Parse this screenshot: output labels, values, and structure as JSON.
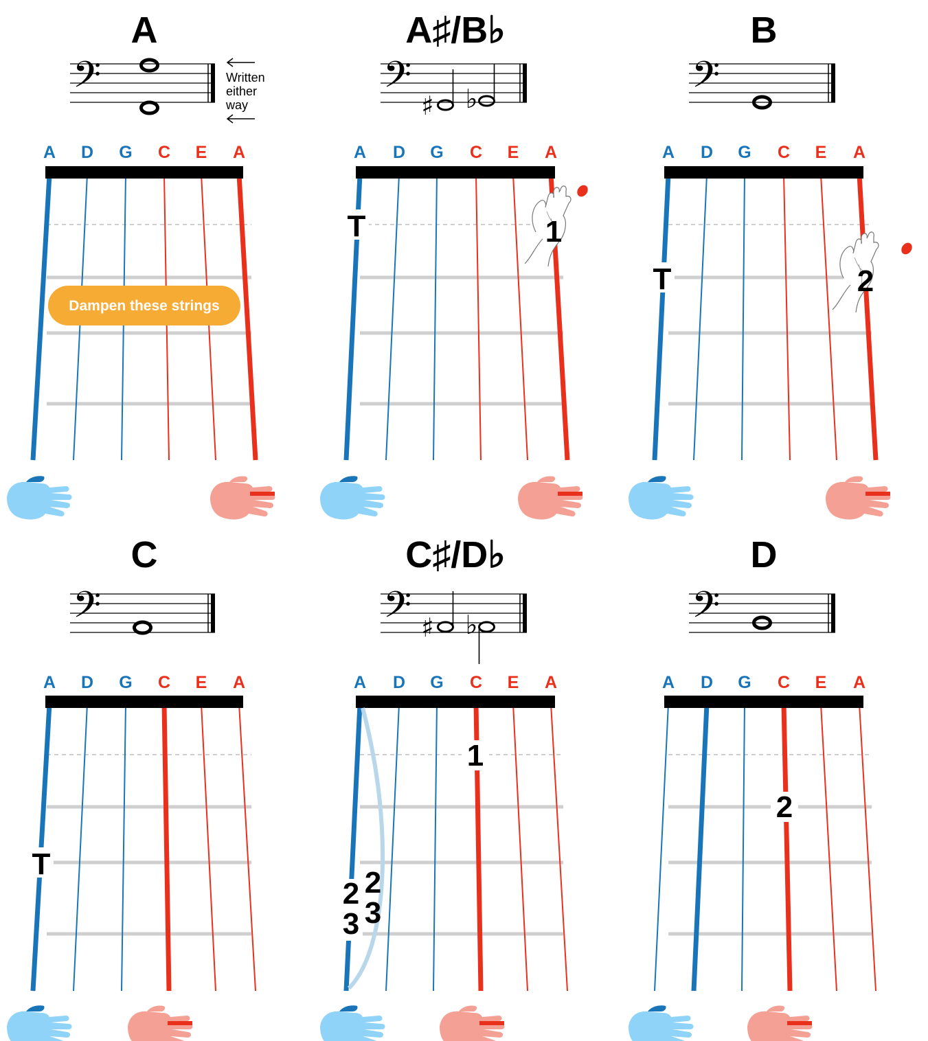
{
  "colors": {
    "blue": "#1a75b8",
    "red": "#e8301d",
    "orange": "#f6ab35",
    "grey": "#cfcfcf",
    "blue_hand": "#8fd3f8",
    "red_hand": "#f5a094",
    "ghost": "#b9d7ea"
  },
  "icons": {
    "clef": "bass-clef",
    "left_hand": "hand-icon",
    "right_hand": "hand-icon",
    "finger_hand": "pointing-hand-drawing"
  },
  "string_names": [
    "A",
    "D",
    "G",
    "C",
    "E",
    "A"
  ],
  "panels": [
    {
      "title": "A",
      "staff_note": "Written either way",
      "pill": "Dampen these strings",
      "thumb": "",
      "fingers": []
    },
    {
      "title": "A♯/B♭",
      "staff_note": "",
      "pill": "",
      "thumb": "T",
      "fingers": [
        "1"
      ]
    },
    {
      "title": "B",
      "staff_note": "",
      "pill": "",
      "thumb": "T",
      "fingers": [
        "2"
      ]
    },
    {
      "title": "C",
      "staff_note": "",
      "pill": "",
      "thumb": "T",
      "fingers": []
    },
    {
      "title": "C♯/D♭",
      "staff_note": "",
      "pill": "",
      "thumb": "",
      "fingers": [
        "1",
        "2",
        "3",
        "2",
        "3"
      ]
    },
    {
      "title": "D",
      "staff_note": "",
      "pill": "",
      "thumb": "",
      "fingers": [
        "2"
      ]
    }
  ]
}
